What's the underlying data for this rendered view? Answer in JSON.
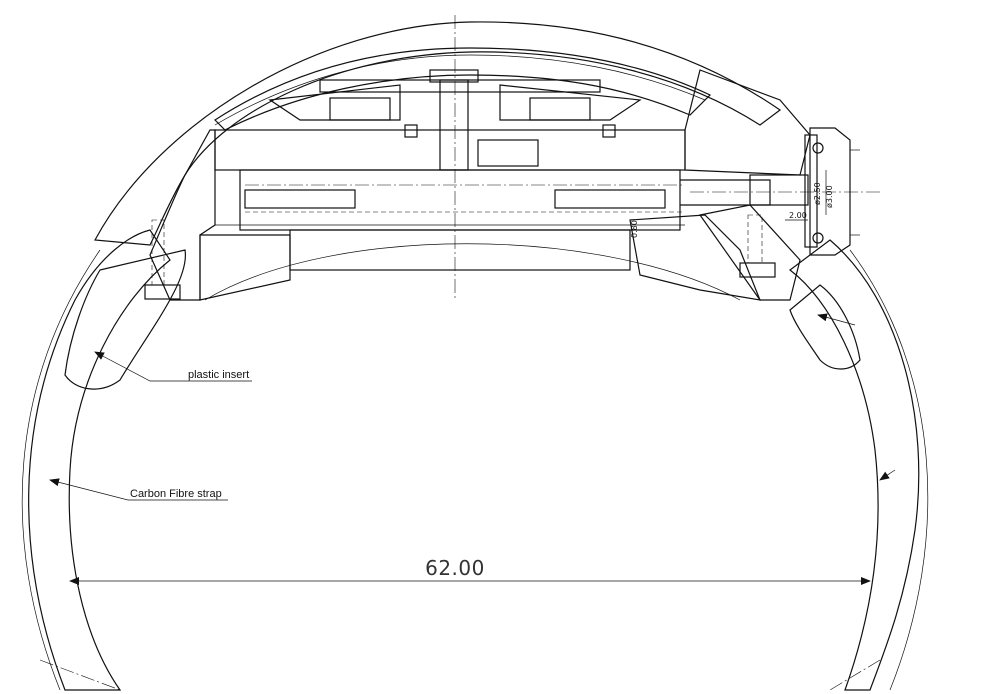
{
  "annotations": {
    "plastic_insert": "plastic insert",
    "carbon_fibre_strap": "Carbon Fibre strap"
  },
  "dimensions": {
    "main_width": "62.00",
    "dia_2_50": "ø2.50",
    "dia_3_00": "ø3.00",
    "len_2_00": "2.00",
    "thk_0_80": "0.80"
  }
}
